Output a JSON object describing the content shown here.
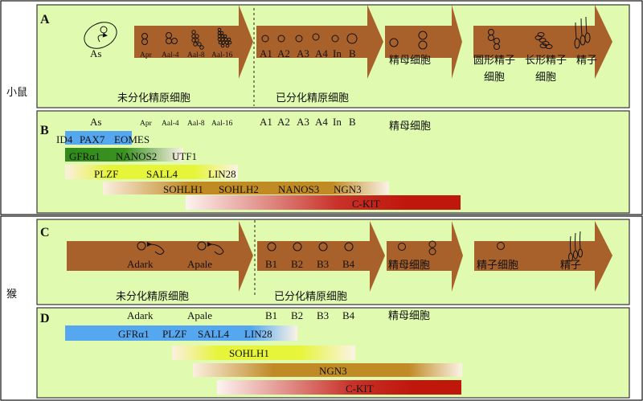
{
  "species": {
    "mouse": "小鼠",
    "monkey": "猴"
  },
  "panels": {
    "a": "A",
    "b": "B",
    "c": "C",
    "d": "D"
  },
  "panel_a": {
    "as": "As",
    "stages": [
      "Apr",
      "Aal-4",
      "Aal-8",
      "Aal-16"
    ],
    "diff_stages": [
      "A1",
      "A2",
      "A3",
      "A4",
      "In",
      "B"
    ],
    "spermatocyte": "精母细胞",
    "round_spermatid_1": "圆形精子",
    "round_spermatid_2": "细胞",
    "elongated_spermatid_1": "长形精子",
    "elongated_spermatid_2": "细胞",
    "sperm": "精子",
    "undiff": "未分化精原细胞",
    "diff": "已分化精原细胞"
  },
  "panel_b": {
    "stages": [
      "As",
      "Apr",
      "Aal-4",
      "Aal-8",
      "Aal-16",
      "A1",
      "A2",
      "A3",
      "A4",
      "In",
      "B",
      "精母细胞"
    ],
    "bars": [
      {
        "labels": [
          "ID4",
          "PAX7",
          "EOMES"
        ],
        "color": "#55a8f0"
      },
      {
        "labels": [
          "GFRα1",
          "NANOS2",
          "UTF1"
        ],
        "color": "#2f8a1a"
      },
      {
        "labels": [
          "PLZF",
          "SALL4",
          "LIN28"
        ],
        "color": "#e6f53a"
      },
      {
        "labels": [
          "SOHLH1",
          "SOHLH2",
          "NANOS3",
          "NGN3"
        ],
        "color": "#c08a25"
      },
      {
        "labels": [
          "C-KIT"
        ],
        "color": "#c0170c"
      }
    ]
  },
  "panel_c": {
    "undiff_stages": [
      "Adark",
      "Apale"
    ],
    "diff_stages": [
      "B1",
      "B2",
      "B3",
      "B4"
    ],
    "spermatocyte": "精母细胞",
    "spermatid": "精子细胞",
    "sperm": "精子",
    "undiff": "未分化精原细胞",
    "diff": "已分化精原细胞"
  },
  "panel_d": {
    "stages": [
      "Adark",
      "Apale",
      "B1",
      "B2",
      "B3",
      "B4",
      "精母细胞"
    ],
    "bars": [
      {
        "labels": [
          "GFRα1",
          "PLZF",
          "SALL4",
          "LIN28"
        ],
        "color": "#55a8f0"
      },
      {
        "labels": [
          "SOHLH1"
        ],
        "color": "#e6f53a"
      },
      {
        "labels": [
          "NGN3"
        ],
        "color": "#c08a25"
      },
      {
        "labels": [
          "C-KIT"
        ],
        "color": "#c0170c"
      }
    ]
  }
}
